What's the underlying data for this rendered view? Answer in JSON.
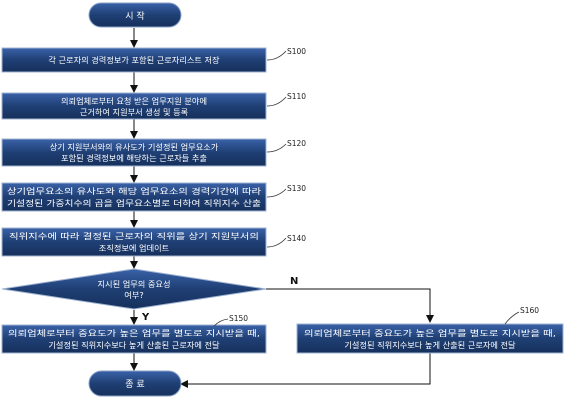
{
  "colors": {
    "box_fill": "#1f3f74",
    "box_fill_light": "#2f5596",
    "box_stroke": "#9fb3d1",
    "arrow": "#111111"
  },
  "start": {
    "label": "시 작"
  },
  "end": {
    "label": "종 료"
  },
  "steps": [
    {
      "id": "S100",
      "lines": [
        "각 근로자의 경력정보가 포함된 근로자리스트 저장"
      ]
    },
    {
      "id": "S110",
      "lines": [
        "의뢰업체로부터 요청 받은 업무지원 분야에",
        "근거하여 지원부서 생성 및 등록"
      ]
    },
    {
      "id": "S120",
      "lines": [
        "상기 지원부서와의 유사도가 기설정된 업무요소가",
        "포함된 경력정보에 해당하는 근로자들 추출"
      ]
    },
    {
      "id": "S130",
      "lines": [
        "상기업무요소의 유사도와 해당 업무요소의 경력기간에 따라",
        "기설정된 가중치수의 곱을 업무요소별로 더하여 직위지수 산출"
      ]
    },
    {
      "id": "S140",
      "lines": [
        "직위지수에 따라 결정된 근로자의 직위를 상기 지원부서의",
        "조직정보에 업데이트"
      ]
    }
  ],
  "decision": {
    "lines": [
      "지시된 업무의 중요성",
      "여부?"
    ],
    "yes": "Y",
    "no": "N"
  },
  "yes_step": {
    "id": "S150",
    "lines": [
      "의뢰업체로부터 중요도가 높은 업무를 별도로 지시받을 때,",
      "기설정된 직위지수보다 높게 산출된 근로자에 전달"
    ]
  },
  "no_step": {
    "id": "S160",
    "lines": [
      "의뢰업체로부터 중요도가 높은 업무를 별도로 지시받을 때,",
      "기설정된 직위지수보다 높게 산출된 근로자에 전달"
    ]
  }
}
